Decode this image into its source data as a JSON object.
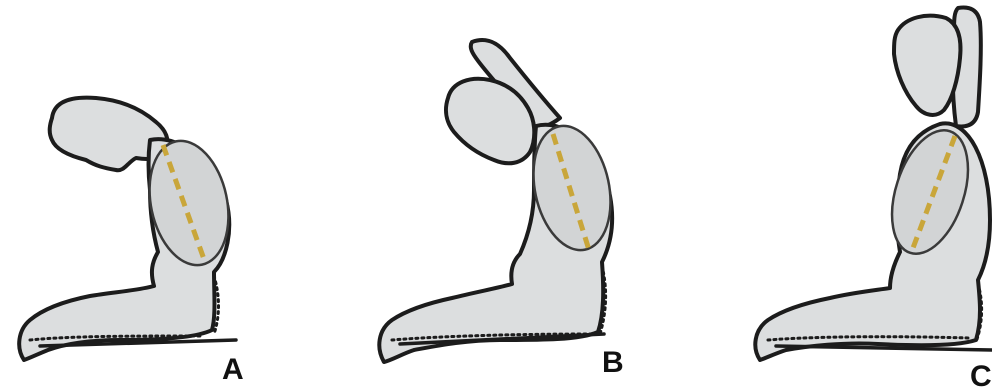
{
  "figure": {
    "panels": [
      {
        "label": "A"
      },
      {
        "label": "B"
      },
      {
        "label": "C"
      }
    ],
    "colors": {
      "fill": "#dcdedf",
      "outline": "#1c1c1c",
      "axis_dashes": "#c9a63a"
    }
  }
}
